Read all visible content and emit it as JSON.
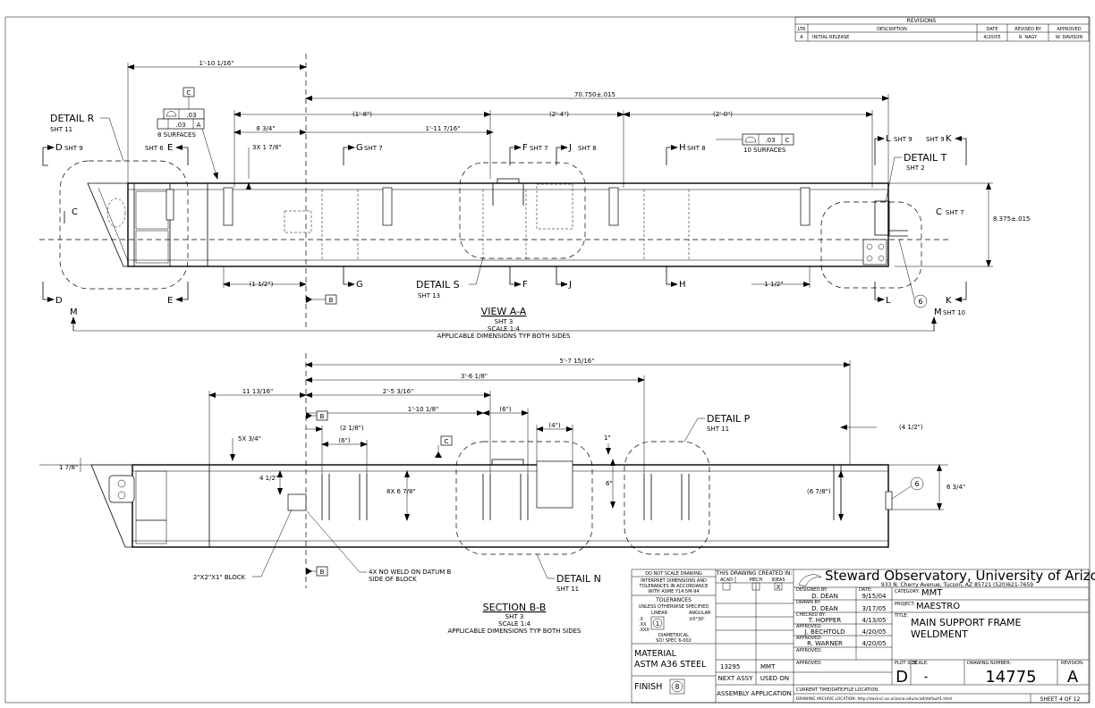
{
  "revisions": {
    "title": "REVISIONS",
    "headers": [
      "LTR",
      "DESCRIPTION",
      "DATE",
      "REVISED BY",
      "APPROVED"
    ],
    "rows": [
      [
        "A",
        "INITIAL RELEASE",
        "4/20/05",
        "R. NAGY",
        "W. DAVISON"
      ]
    ]
  },
  "view_aa": {
    "title": "VIEW A-A",
    "sheet": "SHT 3",
    "scale": "SCALE 1:4",
    "note": "APPLICABLE DIMENSIONS TYP BOTH SIDES",
    "dims": {
      "d1": "1'-10 1/16\"",
      "d2": "70.750±.015",
      "d3": "(1'-8\")",
      "d4": "(2'-4\")",
      "d5": "(2'-0\")",
      "d6": "8 3/4\"",
      "d7": "1'-11 7/16\"",
      "d8": "3X 1 7/8\"",
      "d9": "(1 1/2\")",
      "d10": "1 1/2\"",
      "d11": "8.375±.015"
    },
    "gdt_flat": ".03",
    "gdt_flat_ref": "A",
    "gdt_profile": ".03",
    "gdt_profile_ref": "C",
    "surfaces_8": "8 SURFACES",
    "surfaces_10": "10 SURFACES",
    "datum_c": "C",
    "datum_b": "B",
    "detail_r": "DETAIL R",
    "detail_r_sht": "SHT 11",
    "detail_s": "DETAIL S",
    "detail_s_sht": "SHT 13",
    "detail_t": "DETAIL T",
    "detail_t_sht": "SHT 2",
    "sec_d": "D",
    "sec_d_sht": "SHT 9",
    "sec_e": "E",
    "sec_e_sht": "SHT 6",
    "sec_g": "G",
    "sec_g_sht": "SHT 7",
    "sec_f": "F",
    "sec_f_sht": "SHT 7",
    "sec_j": "J",
    "sec_j_sht": "SHT 8",
    "sec_h": "H",
    "sec_h_sht": "SHT 8",
    "sec_l": "L",
    "sec_l_sht": "SHT 9",
    "sec_k": "K",
    "sec_k_sht": "SHT 9",
    "sec_c": "C",
    "sec_c_sht": "SHT 7",
    "sec_m": "M",
    "sec_m_sht": "SHT 10",
    "balloon": "6"
  },
  "section_bb": {
    "title": "SECTION B-B",
    "sheet": "SHT 3",
    "scale": "SCALE 1:4",
    "note": "APPLICABLE DIMENSIONS TYP BOTH SIDES",
    "dims": {
      "e1": "5'-7 15/16\"",
      "e2": "3'-6 1/8\"",
      "e3": "2'-5 3/16\"",
      "e4": "11 13/16\"",
      "e5": "1'-10 1/8\"",
      "e6": "(2 1/8\")",
      "e7": "(6\")",
      "e8": "(6\")",
      "e9": "(4\")",
      "e10": "1\"",
      "e11": "6\"",
      "e12": "(4 1/2\")",
      "e13": "5X 3/4\"",
      "e14": "1 7/8\"",
      "e15": "4 1/2\"",
      "e16": "8X 6 7/8\"",
      "e17": "(6 7/8\")",
      "e18": "6 3/4\""
    },
    "block_note": "2\"X2\"X1\" BLOCK",
    "noweld_1": "4X NO WELD ON DATUM B",
    "noweld_2": "SIDE OF BLOCK",
    "detail_n": "DETAIL N",
    "detail_n_sht": "SHT 11",
    "detail_p": "DETAIL P",
    "detail_p_sht": "SHT 11",
    "datum_b": "B",
    "datum_c": "C",
    "balloon": "6"
  },
  "title_block": {
    "no_scale": "DO NOT SCALE DRAWING",
    "interpret_1": "INTERPRET DIMENSIONS AND",
    "interpret_2": "TOLERANCES IN ACCORDANCE",
    "interpret_3": "WITH ASME Y14.5M-94",
    "tolerances": "TOLERANCES",
    "unless": "UNLESS OTHERWISE SPECIFIED",
    "linear": "LINEAR",
    "angular": "ANGULAR",
    "tol_x": ".X",
    "tol_xx": ".XX",
    "tol_xxx": ".XXX",
    "tol_angle": "±0°30'",
    "tol_balloon": "1",
    "diametrical": "DIAMETRICAL",
    "std_spec": "SO! SPEC 6-002",
    "material_label": "MATERIAL",
    "material": "ASTM A36 STEEL",
    "finish_label": "FINISH",
    "finish_balloon": "8",
    "created_in": "THIS DRAWING CREATED IN:",
    "cad": [
      "ACAD",
      "MECH",
      "IDEAS"
    ],
    "cad_checked": "X",
    "next_assy_no": "13295",
    "next_assy_proj": "MMT",
    "next_assy": "NEXT ASSY",
    "used_on": "USED ON",
    "application": "ASSEMBLY APPLICATION",
    "org": "Steward Observatory, University of Arizona",
    "address": "933 N. Cherry Avenue, Tucson, AZ  85721   (520)621-7659",
    "designed_lbl": "DESIGNED BY:",
    "designed": "D. DEAN",
    "date_lbl": "DATE:",
    "designed_date": "9/15/04",
    "drawn_lbl": "DRAWN BY:",
    "drawn": "D. DEAN",
    "drawn_date": "3/17/05",
    "checked_lbl": "CHECKED BY:",
    "checked": "T. HOPPER",
    "checked_date": "4/13/05",
    "approved_lbl": "APPROVED:",
    "approved1": "J. BECHTOLD",
    "approved1_date": "4/20/05",
    "approved2": "R. WARNER",
    "approved2_date": "4/20/05",
    "category_lbl": "CATEGORY:",
    "category": "MMT",
    "project_lbl": "PROJECT:",
    "project": "MAESTRO",
    "title_lbl": "TITLE:",
    "title1": "MAIN SUPPORT FRAME",
    "title2": "WELDMENT",
    "plot_size_lbl": "PLOT SIZE",
    "scale_lbl": "SCALE:",
    "dwg_no_lbl": "DRAWING NUMBER:",
    "revision_lbl": "REVISION:",
    "plot_size": "D",
    "scale": "-",
    "dwg_no": "14775",
    "revision": "A",
    "current_lbl": "CURRENT TIME/DATE/FILE LOCATION:",
    "archive": "DRAWING ARCHIVE LOCATION: http://davinci.as.arizona.edu/ocad/default1.html",
    "sheet": "SHEET 4 OF 12"
  }
}
